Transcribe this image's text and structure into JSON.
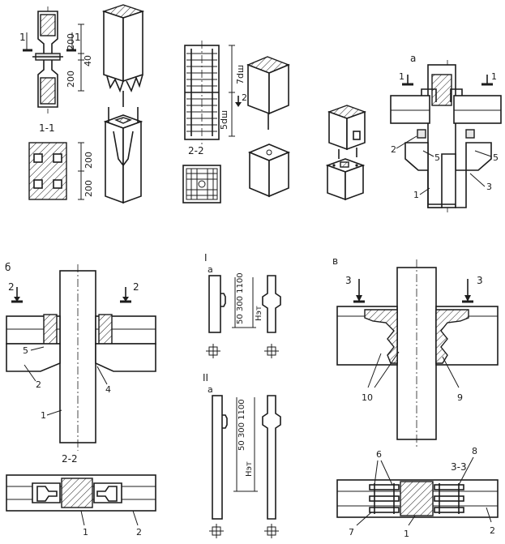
{
  "panels": {
    "top_left": {
      "section_cut": "1",
      "dim_top": "200",
      "dim_gap": "40",
      "dim_bottom": "200",
      "section_label": "1-1",
      "sec_dim_a": "200",
      "sec_dim_b": "200"
    },
    "top_middle": {
      "dim_upper": "7dш",
      "dim_lower": "5dш",
      "section_cut": "2",
      "section_label": "2-2"
    },
    "top_right": {
      "letter": "a",
      "cut_left": "1",
      "cut_right": "1",
      "callouts": [
        "2",
        "5",
        "5",
        "1",
        "3"
      ]
    },
    "bottom_left": {
      "letter": "б",
      "cut_left": "2",
      "cut_right": "2",
      "callouts": [
        "5",
        "2",
        "4",
        "1"
      ],
      "section_label": "2-2",
      "plan_callouts": [
        "1",
        "2"
      ]
    },
    "bottom_middle": {
      "group_one": "I",
      "group_two": "II",
      "sub_a_one": "a",
      "sub_a_two": "a",
      "dims_one": "50 300 1100",
      "height_one": "Hэт",
      "dims_two": "50 300 1100",
      "height_two": "Hэт"
    },
    "bottom_right": {
      "letter": "в",
      "cut_left": "3",
      "cut_right": "3",
      "callouts": [
        "10",
        "9"
      ],
      "section_label": "3-3",
      "plan_callouts": [
        "6",
        "8",
        "7",
        "1",
        "2"
      ]
    }
  }
}
